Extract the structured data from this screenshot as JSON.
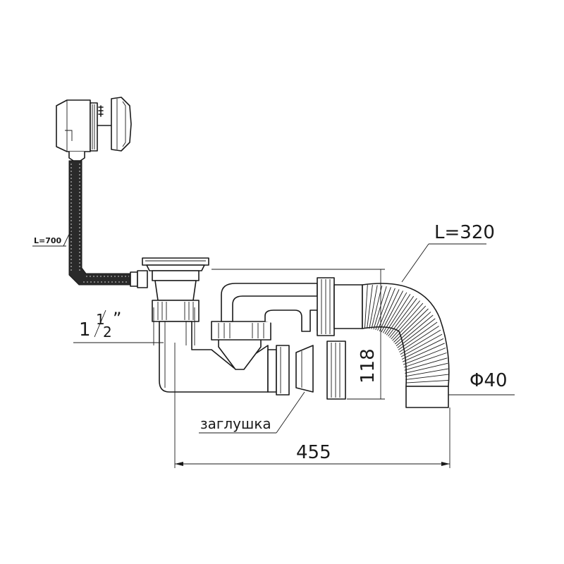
{
  "labels": {
    "cable_length": "L=700",
    "hose_length": "L=320",
    "thread_size_whole": "1",
    "thread_size_num": "1",
    "thread_size_den": "2",
    "thread_size_mark": "”",
    "height": "118",
    "hose_diameter": "Φ40",
    "plug": "заглушка",
    "total_width": "455"
  }
}
